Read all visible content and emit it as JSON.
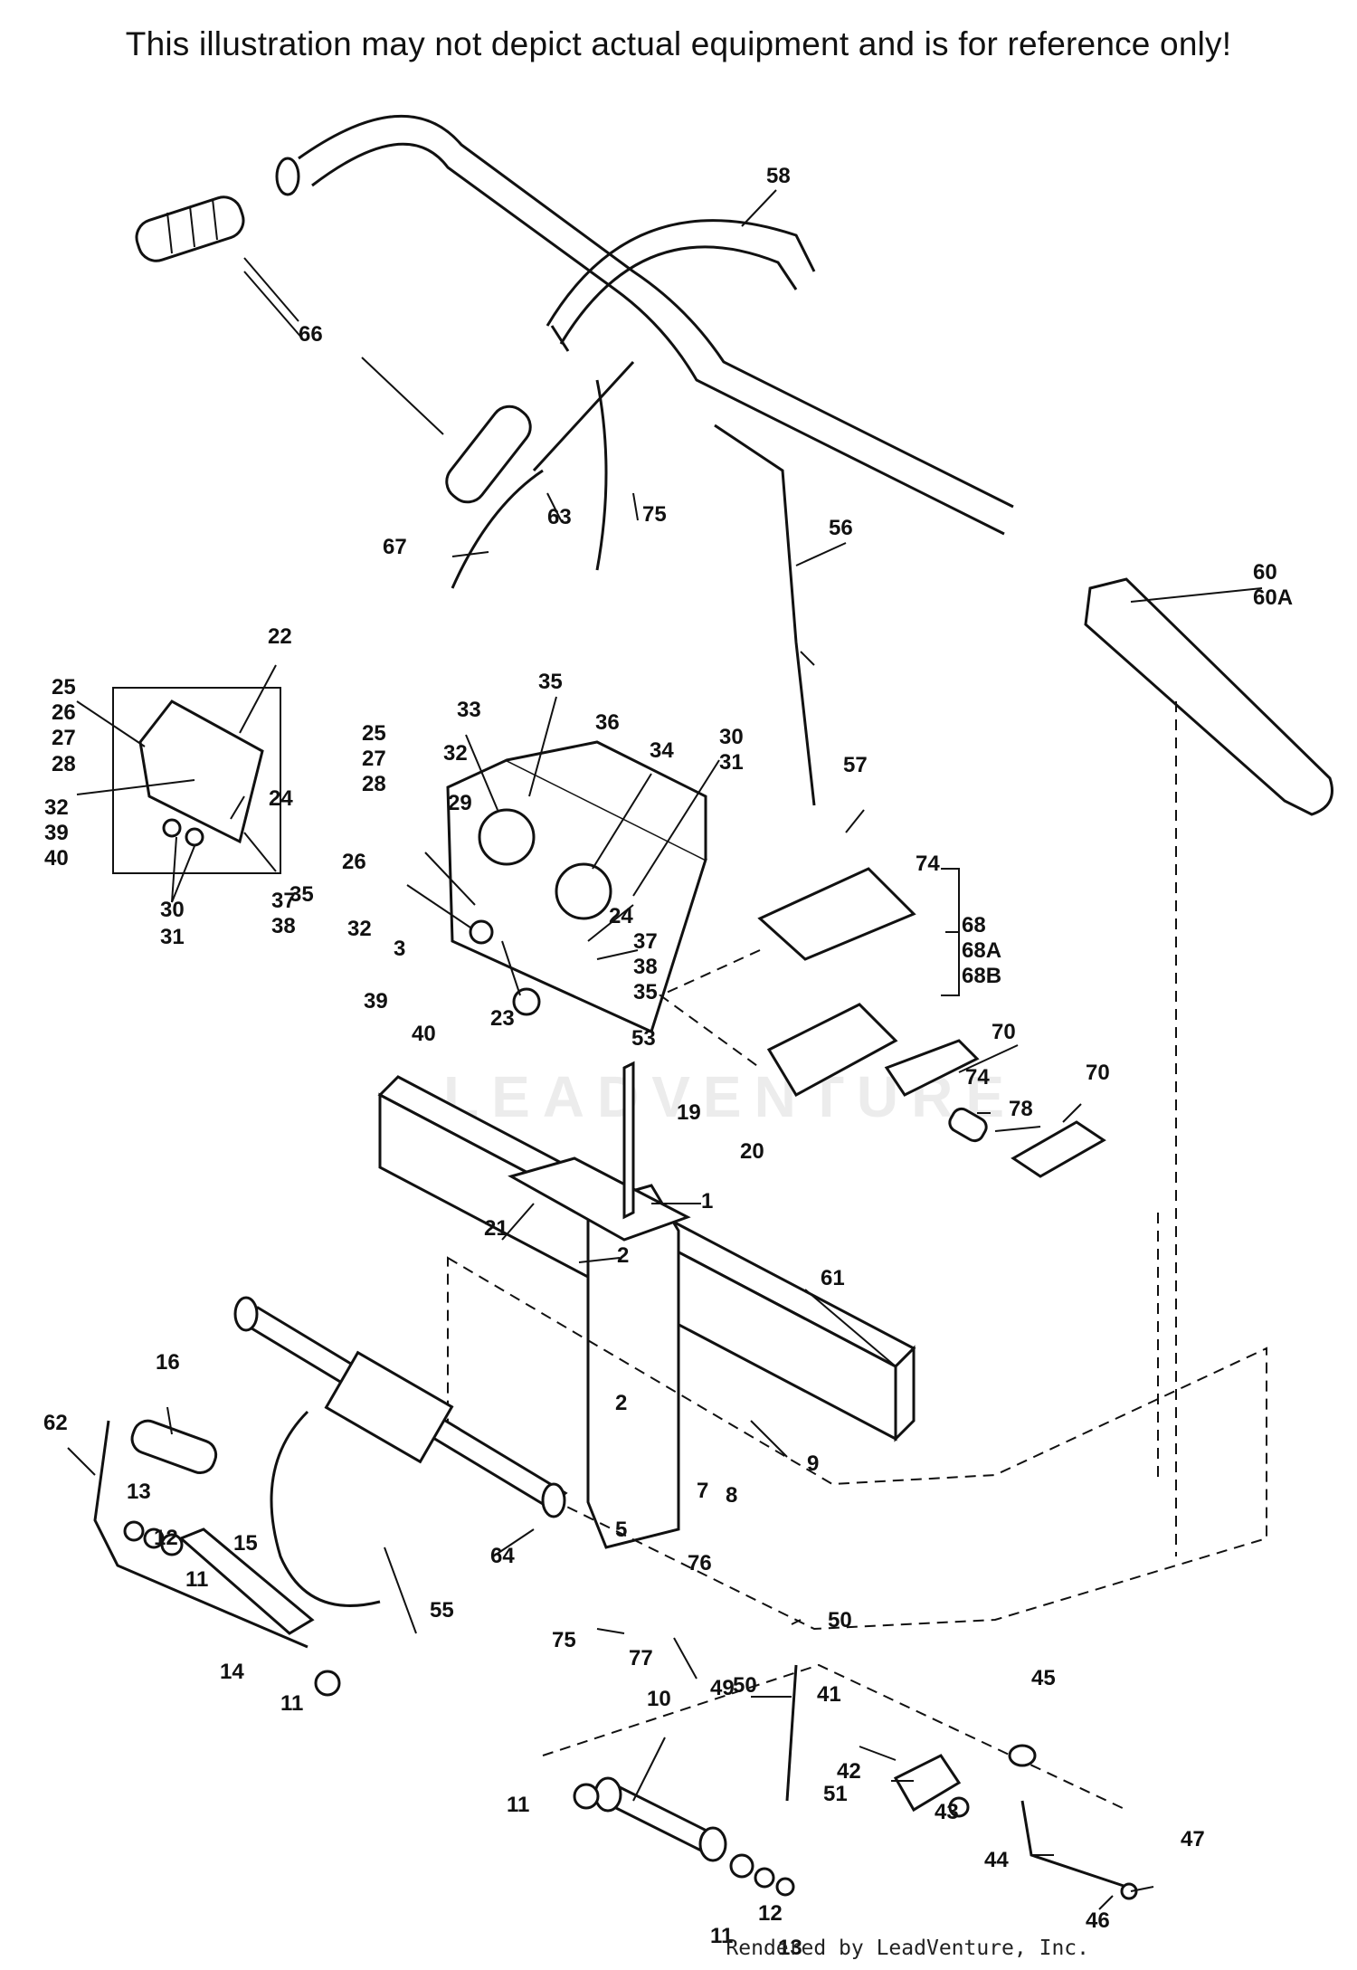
{
  "header": {
    "disclaimer": "This illustration may not depict actual equipment and is for reference only!"
  },
  "footer": {
    "credit": "Rendered by LeadVenture, Inc."
  },
  "watermark": {
    "text": "LEADVENTURE"
  },
  "callouts": [
    "1",
    "2",
    "2",
    "3",
    "5",
    "7",
    "8",
    "9",
    "10",
    "11",
    "11",
    "11",
    "11",
    "12",
    "12",
    "13",
    "13",
    "14",
    "15",
    "16",
    "19",
    "20",
    "21",
    "22",
    "23",
    "24",
    "24",
    "25",
    "26",
    "27",
    "28",
    "25",
    "27",
    "28",
    "26",
    "29",
    "30",
    "31",
    "30",
    "31",
    "32",
    "39",
    "40",
    "32",
    "32",
    "33",
    "34",
    "35",
    "37",
    "38",
    "35",
    "35",
    "37",
    "38",
    "36",
    "39",
    "40",
    "41",
    "42",
    "43",
    "44",
    "45",
    "46",
    "47",
    "49",
    "50",
    "50",
    "51",
    "53",
    "55",
    "56",
    "57",
    "58",
    "60",
    "60A",
    "61",
    "62",
    "63",
    "64",
    "66",
    "67",
    "68",
    "68A",
    "68B",
    "70",
    "70",
    "74",
    "74",
    "75",
    "75",
    "76",
    "77",
    "78"
  ]
}
